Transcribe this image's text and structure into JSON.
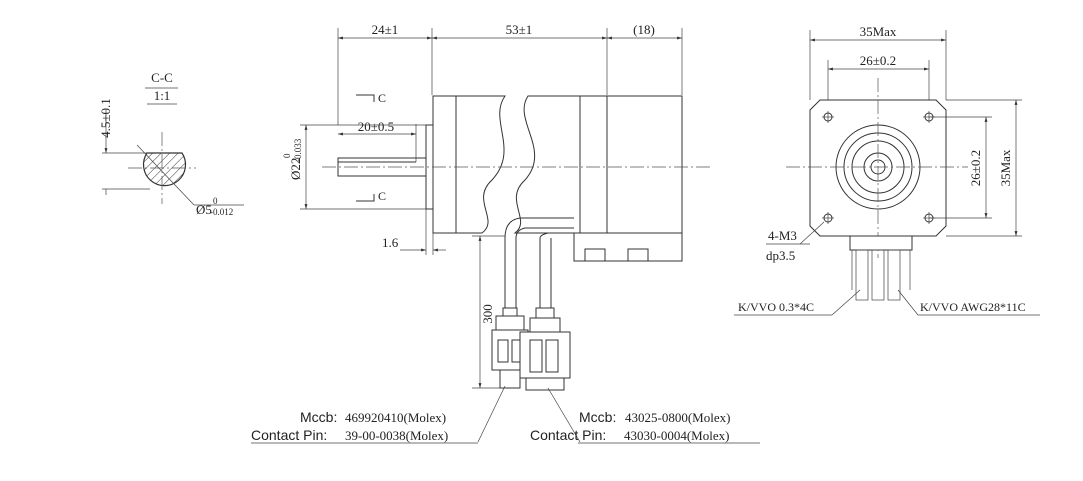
{
  "section": {
    "title": "C-C",
    "scale": "1:1",
    "flat_dim": "4.5±0.1",
    "dia": "Ø5",
    "dia_tol_upper": "0",
    "dia_tol_lower": "-0.012"
  },
  "side": {
    "dim_shaft": "24±1",
    "dim_body": "53±1",
    "dim_rear": "(18)",
    "dim_flat": "20±0.5",
    "dia_shaft": "Ø22",
    "dia_shaft_upper": "0",
    "dia_shaft_lower": "-0.033",
    "dim_flange": "1.6",
    "dim_lead": "300",
    "section_mark_top": "C",
    "section_mark_bottom": "C"
  },
  "front": {
    "dim_outer_w": "35Max",
    "dim_holes_w": "26±0.2",
    "dim_holes_h": "26±0.2",
    "dim_outer_h": "35Max",
    "thread_label": "4-M3",
    "thread_depth": "dp3.5",
    "cable_a": "K/VVO 0.3*4C",
    "cable_b": "K/VVO AWG28*11C"
  },
  "connectors": {
    "left": {
      "mccb_label": "Mccb:",
      "mccb_value": "469920410(Molex)",
      "pin_label": "Contact Pin:",
      "pin_value": "39-00-0038(Molex)"
    },
    "right": {
      "mccb_label": "Mccb:",
      "mccb_value": "43025-0800(Molex)",
      "pin_label": "Contact Pin:",
      "pin_value": "43030-0004(Molex)"
    }
  }
}
